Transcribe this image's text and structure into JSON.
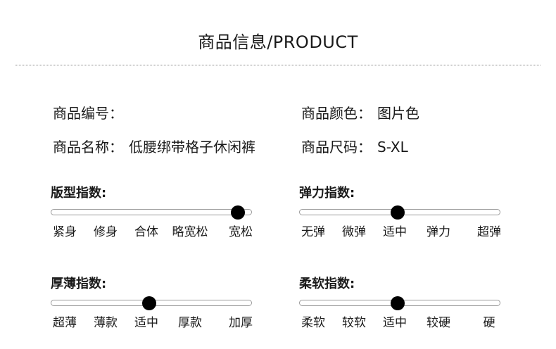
{
  "header": {
    "title": "商品信息/PRODUCT"
  },
  "info": {
    "item_no": {
      "label": "商品编号：",
      "value": ""
    },
    "item_name": {
      "label": "商品名称：",
      "value": "低腰绑带格子休闲裤"
    },
    "color": {
      "label": "商品颜色：",
      "value": "图片色"
    },
    "size": {
      "label": "商品尺码：",
      "value": "S-XL"
    }
  },
  "indices": {
    "fit": {
      "label": "版型指数:",
      "options": [
        "紧身",
        "修身",
        "合体",
        "略宽松",
        "宽松"
      ],
      "selected_index": 4
    },
    "elasticity": {
      "label": "弹力指数:",
      "options": [
        "无弹",
        "微弹",
        "适中",
        "弹力",
        "超弹"
      ],
      "selected_index": 2
    },
    "thickness": {
      "label": "厚薄指数:",
      "options": [
        "超薄",
        "薄款",
        "适中",
        "厚款",
        "加厚"
      ],
      "selected_index": 2
    },
    "softness": {
      "label": "柔软指数:",
      "options": [
        "柔软",
        "较软",
        "适中",
        "较硬",
        "硬"
      ],
      "selected_index": 2
    }
  }
}
